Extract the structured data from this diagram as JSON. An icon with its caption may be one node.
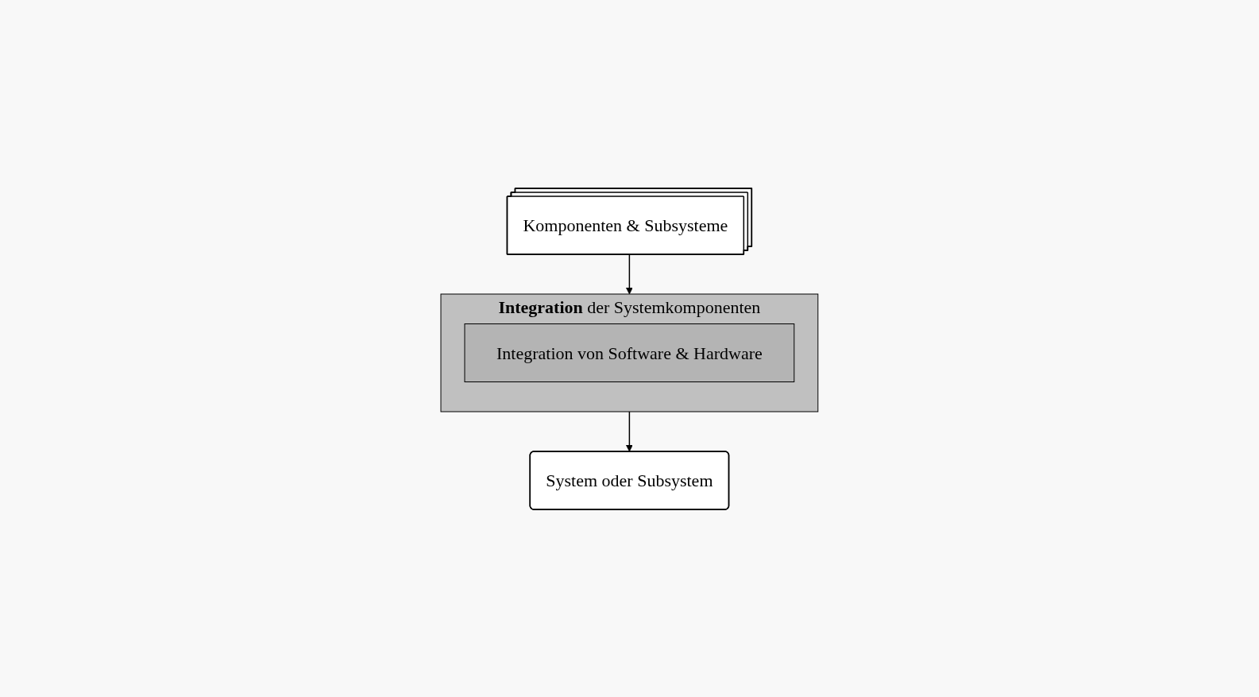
{
  "diagram": {
    "nodes": [
      {
        "text": [
          "Komponenten & Subsysteme"
        ]
      },
      {
        "text": [
          "**Integration** der Systemkomponenten"
        ]
      },
      {
        "text": [
          "Integration von Software & Hardware"
        ],
        "in": 1
      },
      {
        "text": [
          "System oder Subsystem"
        ]
      }
    ],
    "edges": [
      {
        "from": 0,
        "to": 1,
        "arrow": "to"
      },
      {
        "from": 1,
        "to": 3,
        "arrow": "to"
      }
    ]
  }
}
